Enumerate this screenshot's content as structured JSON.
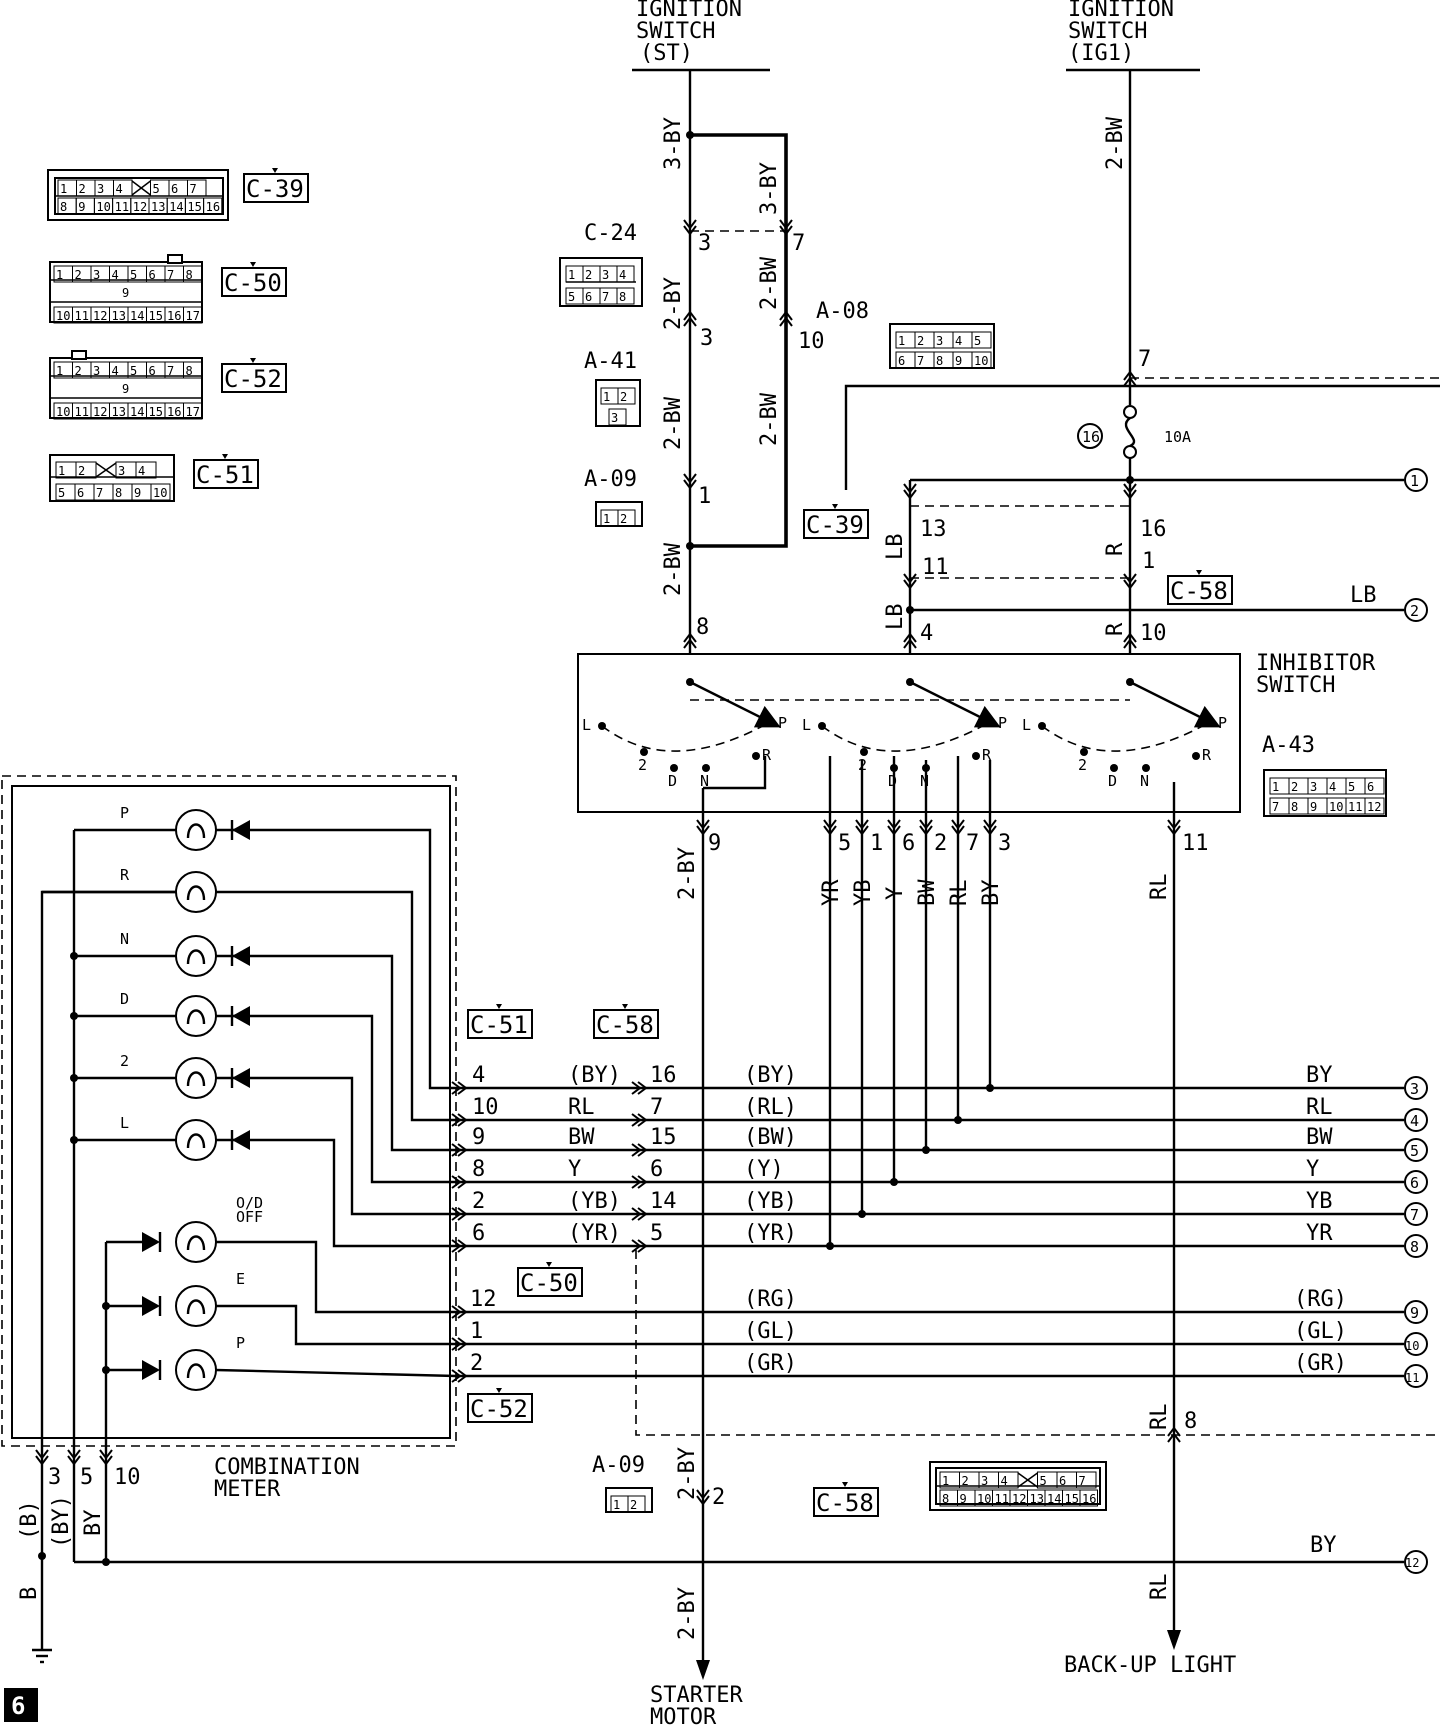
{
  "page_badge": "6",
  "power": {
    "ignition_st": [
      "IGNITION",
      "SWITCH",
      "(ST)"
    ],
    "ignition_ig1": [
      "IGNITION",
      "SWITCH",
      "(IG1)"
    ]
  },
  "outputs": {
    "starter_motor": [
      "STARTER",
      "MOTOR"
    ],
    "backup_light": "BACK-UP LIGHT"
  },
  "inhibitor": {
    "title": [
      "INHIBITOR",
      "SWITCH"
    ],
    "connector": "A-43",
    "positions": [
      "P",
      "R",
      "N",
      "D",
      "2",
      "L"
    ]
  },
  "meter": {
    "title": [
      "COMBINATION",
      "METER"
    ],
    "lamps": [
      "P",
      "R",
      "N",
      "D",
      "2",
      "L"
    ],
    "od_off": [
      "O/D",
      "OFF"
    ],
    "e_lamp": "E",
    "p_lamp": "P"
  },
  "fuse": {
    "number": "16",
    "rating": "10A"
  },
  "connectors": {
    "c39": "C-39",
    "c50": "C-50",
    "c52": "C-52",
    "c51": "C-51",
    "c24": "C-24",
    "a41": "A-41",
    "a09": "A-09",
    "a08": "A-08",
    "c58": "C-58"
  },
  "connector_faces": {
    "c39": {
      "top": [
        "1",
        "2",
        "3",
        "4",
        "",
        "5",
        "6",
        "7"
      ],
      "bottom": [
        "8",
        "9",
        "10",
        "11",
        "12",
        "13",
        "14",
        "15",
        "16"
      ]
    },
    "c50": {
      "top": [
        "1",
        "2",
        "3",
        "4",
        "5",
        "6",
        "7",
        "8"
      ],
      "mid": "9",
      "bottom": [
        "10",
        "11",
        "12",
        "13",
        "14",
        "15",
        "16",
        "17"
      ]
    },
    "c52": {
      "top": [
        "1",
        "2",
        "3",
        "4",
        "5",
        "6",
        "7",
        "8"
      ],
      "mid": "9",
      "bottom": [
        "10",
        "11",
        "12",
        "13",
        "14",
        "15",
        "16",
        "17"
      ]
    },
    "c51": {
      "top": [
        "1",
        "2",
        "",
        "3",
        "4"
      ],
      "bottom": [
        "5",
        "6",
        "7",
        "8",
        "9",
        "10"
      ]
    },
    "c24": {
      "top": [
        "1",
        "2",
        "3",
        "4"
      ],
      "bottom": [
        "5",
        "6",
        "7",
        "8"
      ]
    },
    "a41": {
      "top": [
        "1",
        "2"
      ],
      "bottom": [
        "3"
      ]
    },
    "a09": {
      "top": [
        "1",
        "2"
      ]
    },
    "a08": {
      "top": [
        "1",
        "2",
        "3",
        "4",
        "5"
      ],
      "bottom": [
        "6",
        "7",
        "8",
        "9",
        "10"
      ]
    },
    "a43": {
      "top": [
        "1",
        "2",
        "3",
        "4",
        "5",
        "6"
      ],
      "bottom": [
        "7",
        "8",
        "9",
        "10",
        "11",
        "12"
      ]
    },
    "c58": {
      "top": [
        "1",
        "2",
        "3",
        "4",
        "",
        "5",
        "6",
        "7"
      ],
      "bottom": [
        "8",
        "9",
        "10",
        "11",
        "12",
        "13",
        "14",
        "15",
        "16"
      ]
    }
  },
  "wire_labels": {
    "by3": "3-BY",
    "bw2": "2-BW",
    "by2": "2-BY",
    "lb": "LB",
    "r": "R",
    "rl": "RL",
    "b": "B",
    "b_paren": "(B)",
    "by_paren": "(BY)",
    "by": "BY",
    "inh_out": [
      "YR",
      "YB",
      "Y",
      "BW",
      "RL",
      "BY"
    ]
  },
  "pins": {
    "c24_3": "3",
    "c24_7": "7",
    "a41_3": "3",
    "a08_10": "10",
    "a09_1": "1",
    "a08_7": "7",
    "c39_13": "13",
    "c39_11": "11",
    "c39_16": "16",
    "c39_1": "1",
    "a43_8": "8",
    "a43_4": "4",
    "a43_10": "10",
    "a43_9": "9",
    "a43_out": [
      "5",
      "1",
      "6",
      "2",
      "7",
      "3"
    ],
    "a43_11": "11",
    "a09_2": "2",
    "c58_8": "8",
    "gnd_3": "3",
    "gnd_5": "5",
    "gnd_10": "10"
  },
  "harness_rows": [
    {
      "c51_pin": "4",
      "c51_color": "(BY)",
      "c58_pin": "16",
      "c58_color": "(BY)",
      "out_color": "BY",
      "ref": "3"
    },
    {
      "c51_pin": "10",
      "c51_color": "RL",
      "c58_pin": "7",
      "c58_color": "(RL)",
      "out_color": "RL",
      "ref": "4"
    },
    {
      "c51_pin": "9",
      "c51_color": "BW",
      "c58_pin": "15",
      "c58_color": "(BW)",
      "out_color": "BW",
      "ref": "5"
    },
    {
      "c51_pin": "8",
      "c51_color": "Y",
      "c58_pin": "6",
      "c58_color": "(Y)",
      "out_color": "Y",
      "ref": "6"
    },
    {
      "c51_pin": "2",
      "c51_color": "(YB)",
      "c58_pin": "14",
      "c58_color": "(YB)",
      "out_color": "YB",
      "ref": "7"
    },
    {
      "c51_pin": "6",
      "c51_color": "(YR)",
      "c58_pin": "5",
      "c58_color": "(YR)",
      "out_color": "YR",
      "ref": "8"
    }
  ],
  "c50_rows": [
    {
      "pin": "12",
      "color": "(RG)",
      "out_color": "(RG)",
      "ref": "9"
    },
    {
      "pin": "1",
      "color": "(GL)",
      "out_color": "(GL)",
      "ref": "10"
    },
    {
      "pin": "2",
      "color": "(GR)",
      "out_color": "(GR)",
      "ref": "11"
    }
  ],
  "right_refs": {
    "r1": "1",
    "r2": "2",
    "r2_color": "LB",
    "r12": "12",
    "r12_color": "BY"
  }
}
